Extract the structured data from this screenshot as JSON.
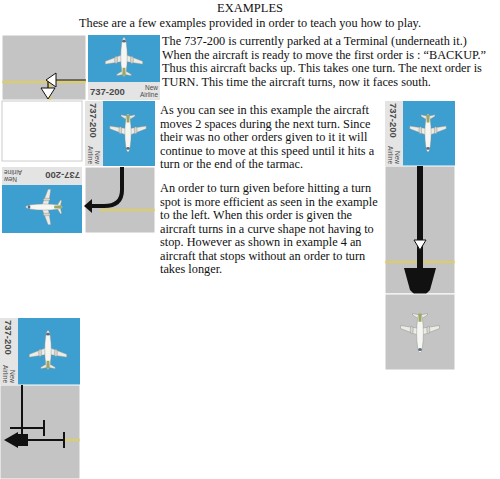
{
  "diagram": {
    "title": "EXAMPLES",
    "nodes": [
      {
        "text": [
          "737-200",
          "New Airline"
        ]
      },
      {
        "text": [
          "737-200",
          "New Airline"
        ]
      },
      {
        "text": [
          "737-200",
          "New Airline"
        ]
      },
      {
        "text": [
          "737-200",
          "New Airline"
        ]
      },
      {
        "text": [
          "737-200",
          "New Airline"
        ]
      }
    ],
    "labels": [
      "These are a few examples provided in order to teach you how to play.",
      "The 737-200 is currently parked at a Terminal (underneath it.) When the aircraft is ready to move the first order is : “BACKUP.” Thus this aircraft backs up. This takes one turn. The next order is TURN. This time the aircraft turns, now it faces south.",
      "As you can see in this example the aircraft moves 2 spaces during the next turn. Since their was no other orders given to it it will continue to move at this speed until it hits a turn or the end of the tarmac.",
      "An order to turn given before hitting a turn spot is more efficient as seen in the example to the left. When this order is given the aircraft turns in a curve shape not having to stop. However as shown in example 4 an aircraft that stops without an order to turn takes longer."
    ]
  }
}
